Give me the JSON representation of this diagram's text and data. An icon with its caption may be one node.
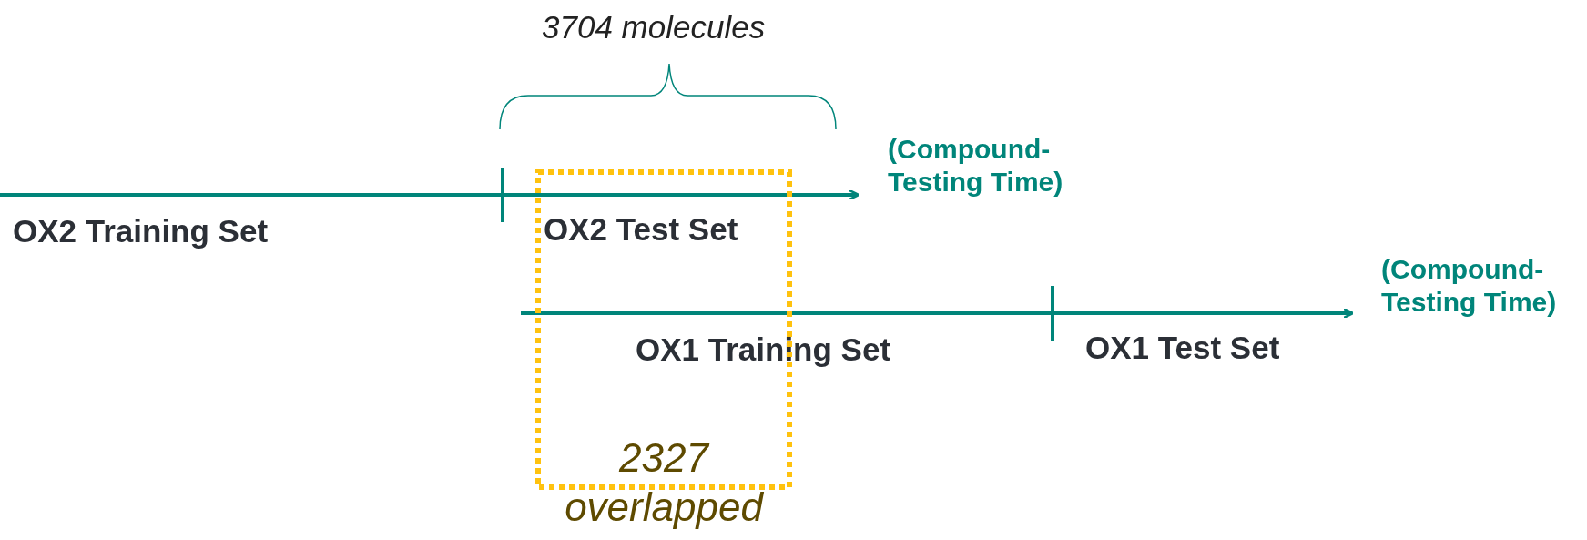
{
  "diagram": {
    "nodes": [
      {
        "text": [
          "2327",
          "overlapped"
        ]
      }
    ],
    "edges": [],
    "labels": [
      "3704 molecules",
      "(Compound- Testing Time)",
      "OX2 Training Set",
      "OX2 Test Set",
      "(Compound- Testing Time)",
      "OX1 Training Set",
      "OX1 Test Set"
    ]
  }
}
